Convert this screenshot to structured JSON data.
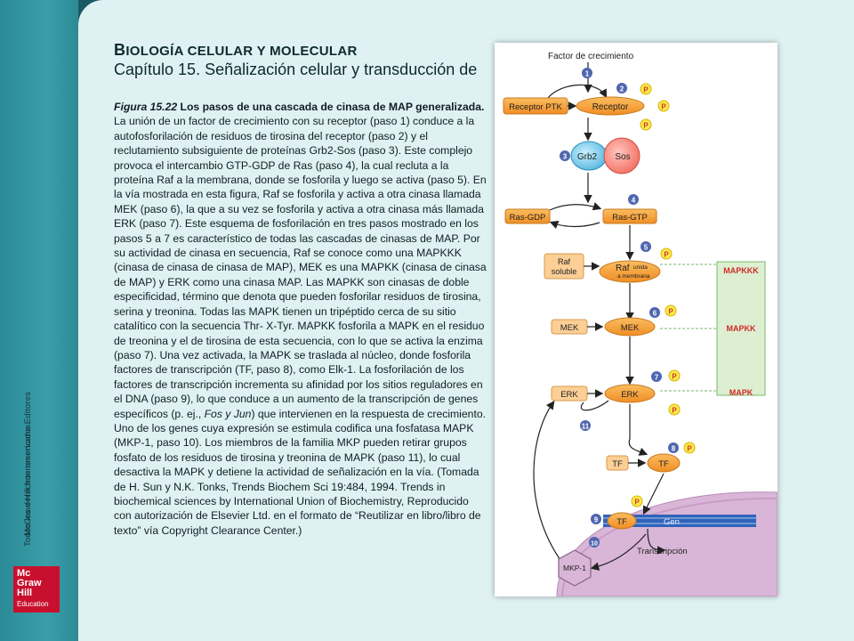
{
  "sidebar": {
    "publisher_line1": "McGraw-Hill Interamericana Editores",
    "publisher_line2": "Todos los derechos reservados.",
    "logo_lines": [
      "Mc",
      "Graw",
      "Hill",
      "Education"
    ]
  },
  "header": {
    "title_cap": "B",
    "title_rest": "IOLOGÍA CELULAR Y MOLECULAR",
    "subtitle": "Capítulo 15. Señalización celular y transducción de"
  },
  "caption": {
    "figure_label": "Figura 15.22",
    "figure_title": "Los pasos de una cascada de cinasa de MAP generalizada.",
    "text_a": " La unión de un factor de crecimiento con su receptor (paso 1) conduce a la autofosforilación de residuos de tirosina del receptor (paso 2) y el reclutamiento subsiguiente de proteínas Grb2-Sos (paso 3). Este complejo provoca el intercambio GTP-GDP de Ras (paso 4), la cual recluta a la proteína Raf a la membrana, donde se fosforila y luego se activa (paso 5). En la vía mostrada en esta figura, Raf se fosforila y activa a otra cinasa llamada MEK (paso 6), la que a su vez se fosforila y activa a otra cinasa más llamada ERK (paso 7). Este esquema de fosforilación en tres pasos mostrado en los pasos 5 a 7 es característico de todas las cascadas de cinasas de MAP. Por su actividad de cinasa en secuencia, Raf se conoce como una MAPKKK (cinasa de cinasa de cinasa de MAP), MEK es una MAPKK (cinasa de cinasa de MAP) y ERK como una cinasa MAP. Las MAPKK son cinasas de doble especificidad, término que denota que pueden fosforilar residuos de tirosina, serina y treonina. Todas las MAPK tienen un tripéptido cerca de su sitio catalítico con la secuencia Thr- X-Tyr. MAPKK fosforila a MAPK en el residuo de treonina y el de tirosina de esta secuencia, con lo que se activa la enzima (paso 7). Una vez activada, la MAPK se traslada al núcleo, donde fosforila factores de transcripción (TF, paso 8), como Elk-1. La fosforilación de los factores de transcripción incrementa su afinidad por los sitios reguladores en el DNA (paso 9), lo que conduce a un aumento de la transcripción de genes específicos (p. ej., ",
    "text_italic": "Fos y Jun",
    "text_b": ") que intervienen en la respuesta de crecimiento. Uno de los genes cuya expresión se estimula codifica una fosfatasa MAPK (MKP-1, paso 10). Los miembros de la familia MKP pueden retirar grupos fosfato de los residuos de tirosina y treonina de MAPK (paso 11), lo cual desactiva la MAPK y detiene la actividad de señalización en la vía. (Tomada de H. Sun y N.K. Tonks, Trends Biochem Sci 19:484, 1994. Trends in biochemical sciences by International Union of Biochemistry, Reproducido con autorización de Elsevier Ltd. en el formato de “Reutilizar en libro/libro de texto” vía Copyright Clearance Center.)"
  },
  "diagram": {
    "growth_factor": "Factor de crecimiento",
    "receptor_ptk": "Receptor PTK",
    "receptor": "Receptor",
    "grb2": "Grb2",
    "sos": "Sos",
    "ras_gdp": "Ras-GDP",
    "ras_gtp": "Ras-GTP",
    "raf_soluble_1": "Raf",
    "raf_soluble_2": "soluble",
    "raf_membrane": "Raf",
    "raf_membrane_sub1": "unida",
    "raf_membrane_sub2": "a membrana",
    "mek": "MEK",
    "erk": "ERK",
    "tf": "TF",
    "gen": "Gen",
    "transcription": "Transcripción",
    "mkp1": "MKP-1",
    "phosphate": "P",
    "mapkkk": "MAPKKK",
    "mapkk": "MAPKK",
    "mapk": "MAPK",
    "steps": [
      "1",
      "2",
      "3",
      "4",
      "5",
      "6",
      "7",
      "8",
      "9",
      "10",
      "11"
    ]
  },
  "colors": {
    "orange": "#f7a23b",
    "light_orange": "#fbcf95",
    "phosphate": "#ffe84a",
    "step_badge": "#4f66b0",
    "red_label": "#d22a2a",
    "green_box": "#c5e2b0",
    "nucleus": "#d9b6d7"
  }
}
